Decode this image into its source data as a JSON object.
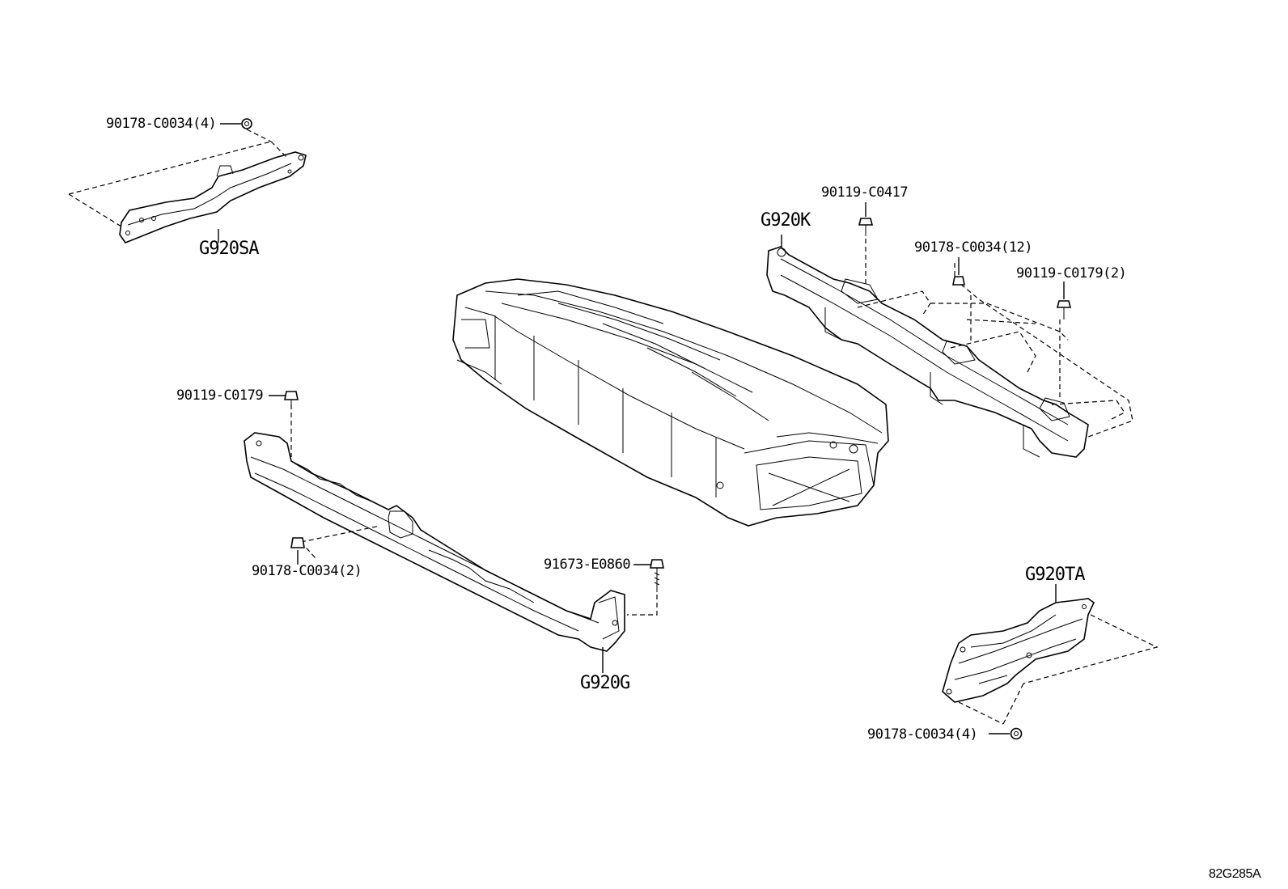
{
  "diagram": {
    "reference_code": "82G285A",
    "parts": [
      {
        "id": "g920sa",
        "label": "G920SA"
      },
      {
        "id": "g920k",
        "label": "G920K"
      },
      {
        "id": "g920g",
        "label": "G920G"
      },
      {
        "id": "g920ta",
        "label": "G920TA"
      }
    ],
    "fasteners": [
      {
        "id": "nut-top-left",
        "label": "90178-C0034(4)"
      },
      {
        "id": "bolt-g920k-top",
        "label": "90119-C0417"
      },
      {
        "id": "nut-g920k",
        "label": "90178-C0034(12)"
      },
      {
        "id": "bolt-g920k-right",
        "label": "90119-C0179(2)"
      },
      {
        "id": "bolt-g920g-top",
        "label": "90119-C0179"
      },
      {
        "id": "nut-g920g",
        "label": "90178-C0034(2)"
      },
      {
        "id": "bolt-g920g-right",
        "label": "91673-E0860"
      },
      {
        "id": "nut-g920ta",
        "label": "90178-C0034(4)"
      }
    ]
  }
}
